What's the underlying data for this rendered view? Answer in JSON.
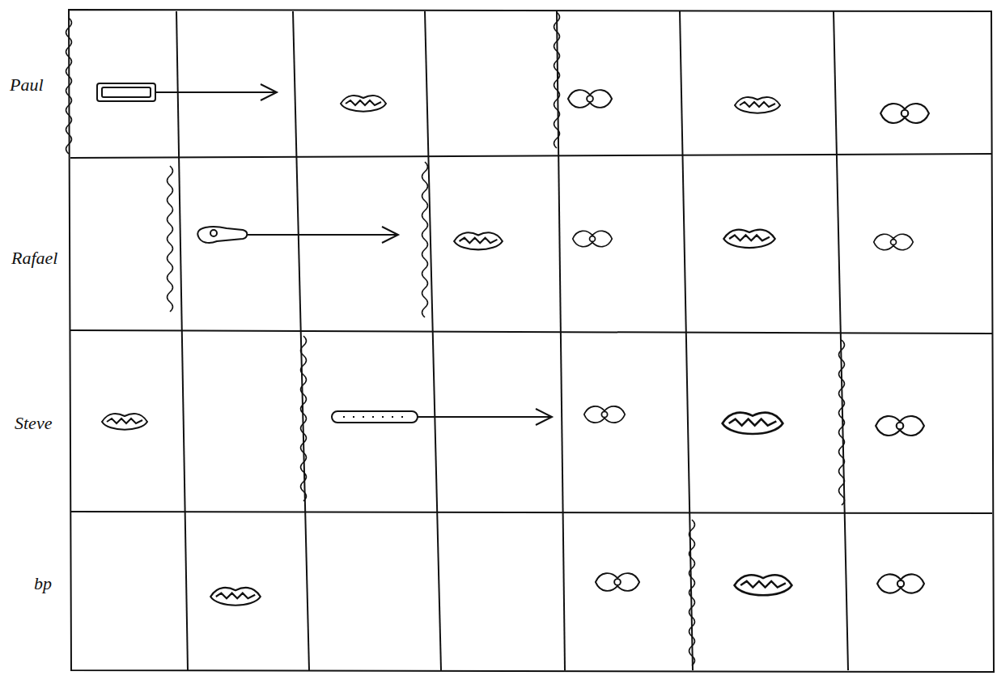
{
  "diagram": {
    "labels": [
      "Paul",
      "Rafael",
      "Steve",
      "bp"
    ]
  }
}
